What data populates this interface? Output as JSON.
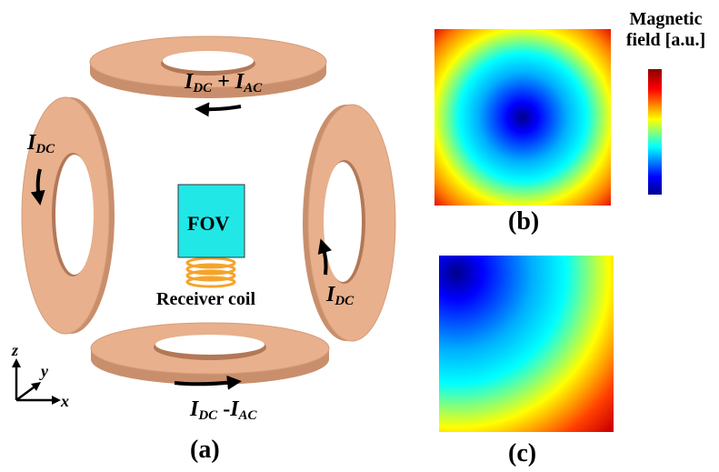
{
  "panel_labels": {
    "a": "(a)",
    "b": "(b)",
    "c": "(c)"
  },
  "currents": {
    "top": {
      "main": "I",
      "sub1": "DC",
      "op": "+",
      "main2": "I",
      "sub2": "AC"
    },
    "left": {
      "main": "I",
      "sub1": "DC"
    },
    "right": {
      "main": "I",
      "sub1": "DC"
    },
    "bottom": {
      "main": "I",
      "sub1": "DC",
      "op": "-",
      "main2": "I",
      "sub2": "AC"
    }
  },
  "fov_label": "FOV",
  "receiver_label": "Receiver coil",
  "axes": {
    "z": "z",
    "y": "y",
    "x": "x"
  },
  "legend": {
    "line1": "Magnetic",
    "line2": "field [a.u.]"
  },
  "colors": {
    "coil_face": "#e8b08d",
    "coil_edge": "#c98f6c",
    "fov_fill": "#21e7e7",
    "receiver_coil": "#f6a32a",
    "colormap": [
      "#00008b",
      "#0000ff",
      "#00ffff",
      "#ffff00",
      "#ff0000",
      "#8b0000"
    ]
  }
}
